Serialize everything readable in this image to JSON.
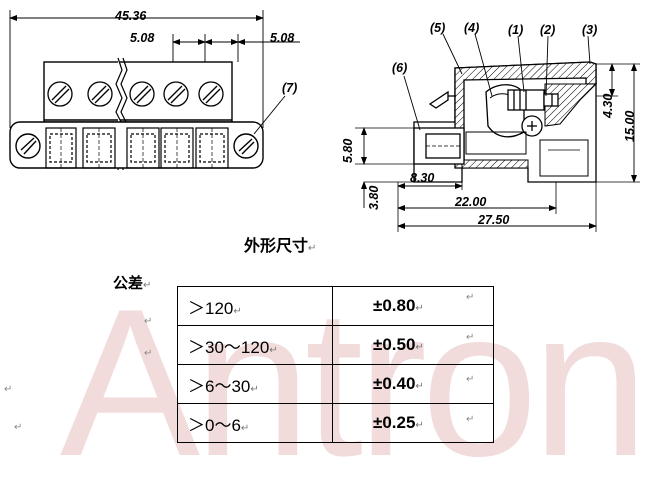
{
  "front_view": {
    "dims": {
      "overall": "45.36",
      "pitch_top": "5.08",
      "pitch_right": "5.08"
    },
    "callouts": {
      "c7": "(7)"
    }
  },
  "side_view": {
    "callouts": {
      "c1": "(1)",
      "c2": "(2)",
      "c3": "(3)",
      "c4": "(4)",
      "c5": "(5)",
      "c6": "(6)"
    },
    "dims": {
      "d430": "4.30",
      "d1500": "15.00",
      "d580": "5.80",
      "d830": "8.30",
      "d380": "3.80",
      "d2200": "22.00",
      "d2750": "27.50"
    }
  },
  "title": "外形尺寸",
  "tolerance": {
    "label": "公差",
    "rows": [
      {
        "range": "＞120",
        "value": "±0.80"
      },
      {
        "range": "＞30～120",
        "value": "±0.50"
      },
      {
        "range": "＞6～30",
        "value": "±0.40"
      },
      {
        "range": "＞0～6",
        "value": "±0.25"
      }
    ]
  },
  "watermark": "Antron",
  "return_mark": "↵"
}
